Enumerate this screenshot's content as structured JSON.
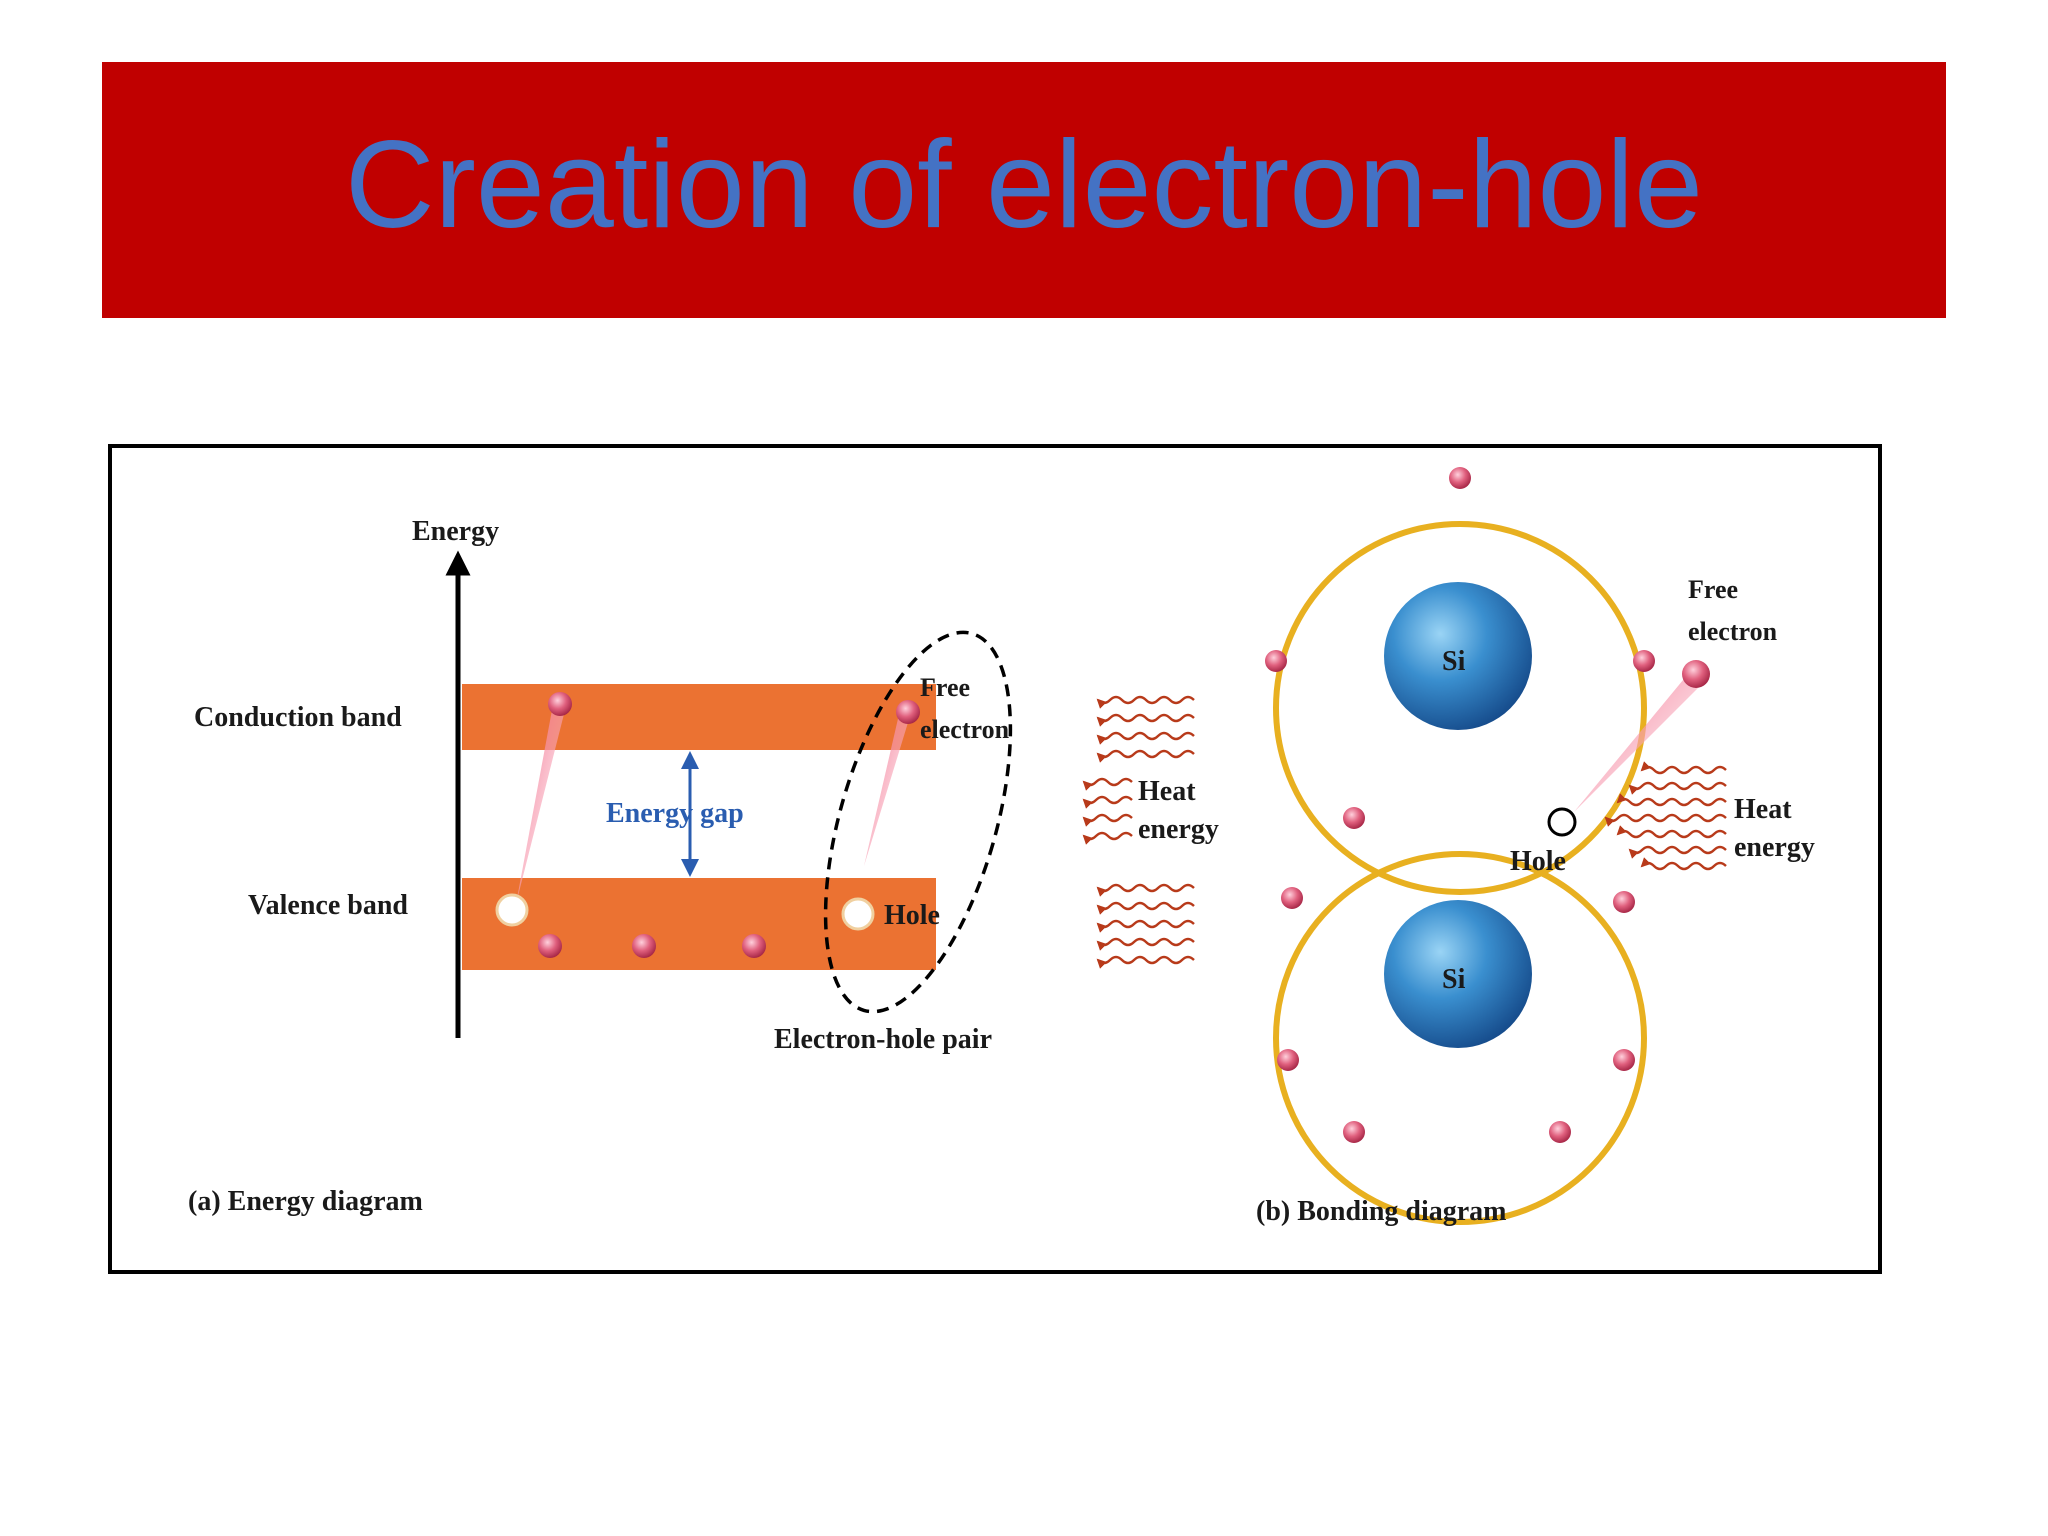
{
  "slide": {
    "title": "Creation of electron-hole"
  },
  "energy_diagram": {
    "axis_label": "Energy",
    "conduction_band": "Conduction band",
    "valence_band": "Valence band",
    "energy_gap": "Energy gap",
    "free_electron_line1": "Free",
    "free_electron_line2": "electron",
    "hole": "Hole",
    "heat_line1": "Heat",
    "heat_line2": "energy",
    "pair": "Electron-hole pair",
    "caption": "(a) Energy diagram"
  },
  "bonding_diagram": {
    "atom_top": "Si",
    "atom_bottom": "Si",
    "free_line1": "Free",
    "free_line2": "electron",
    "heat_line1": "Heat",
    "heat_line2": "energy",
    "hole": "Hole",
    "caption": "(b) Bonding diagram"
  },
  "colors": {
    "title_bar": "#c00000",
    "title_text": "#4472c4",
    "band": "#e8642a",
    "orbit": "#e8b020",
    "atom": "#2f7fc0",
    "electron": "#d04060"
  }
}
